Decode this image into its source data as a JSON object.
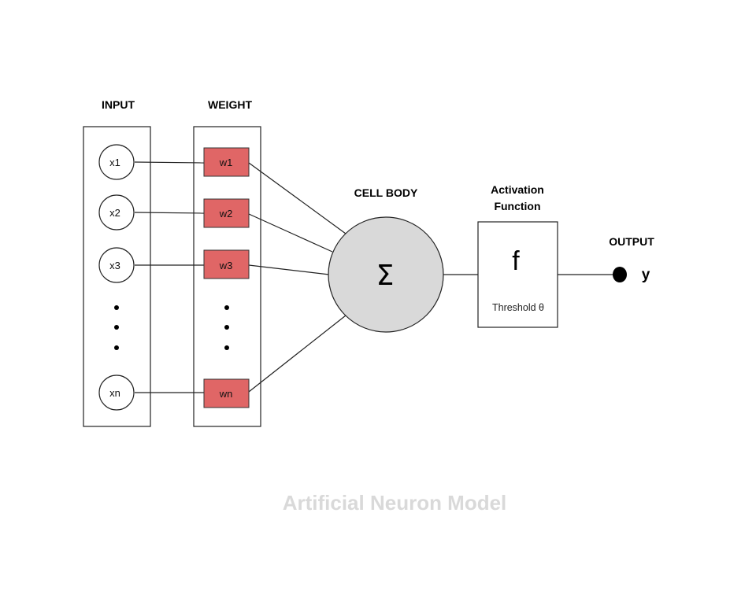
{
  "headers": {
    "input": "INPUT",
    "weight": "WEIGHT",
    "cell_body": "CELL BODY",
    "activation_line1": "Activation",
    "activation_line2": "Function",
    "output": "OUTPUT"
  },
  "inputs": [
    "x1",
    "x2",
    "x3",
    "xn"
  ],
  "weights": [
    "w1",
    "w2",
    "w3",
    "wn"
  ],
  "ellipsis": "⋮",
  "cell_body": {
    "symbol": "Σ"
  },
  "activation": {
    "symbol": "f",
    "threshold_label": "Threshold θ"
  },
  "output": {
    "symbol": "y"
  },
  "title": "Artificial Neuron Model",
  "colors": {
    "weight_fill": "#e06666",
    "cell_fill": "#d9d9d9",
    "title_color": "#d9d9d9"
  }
}
